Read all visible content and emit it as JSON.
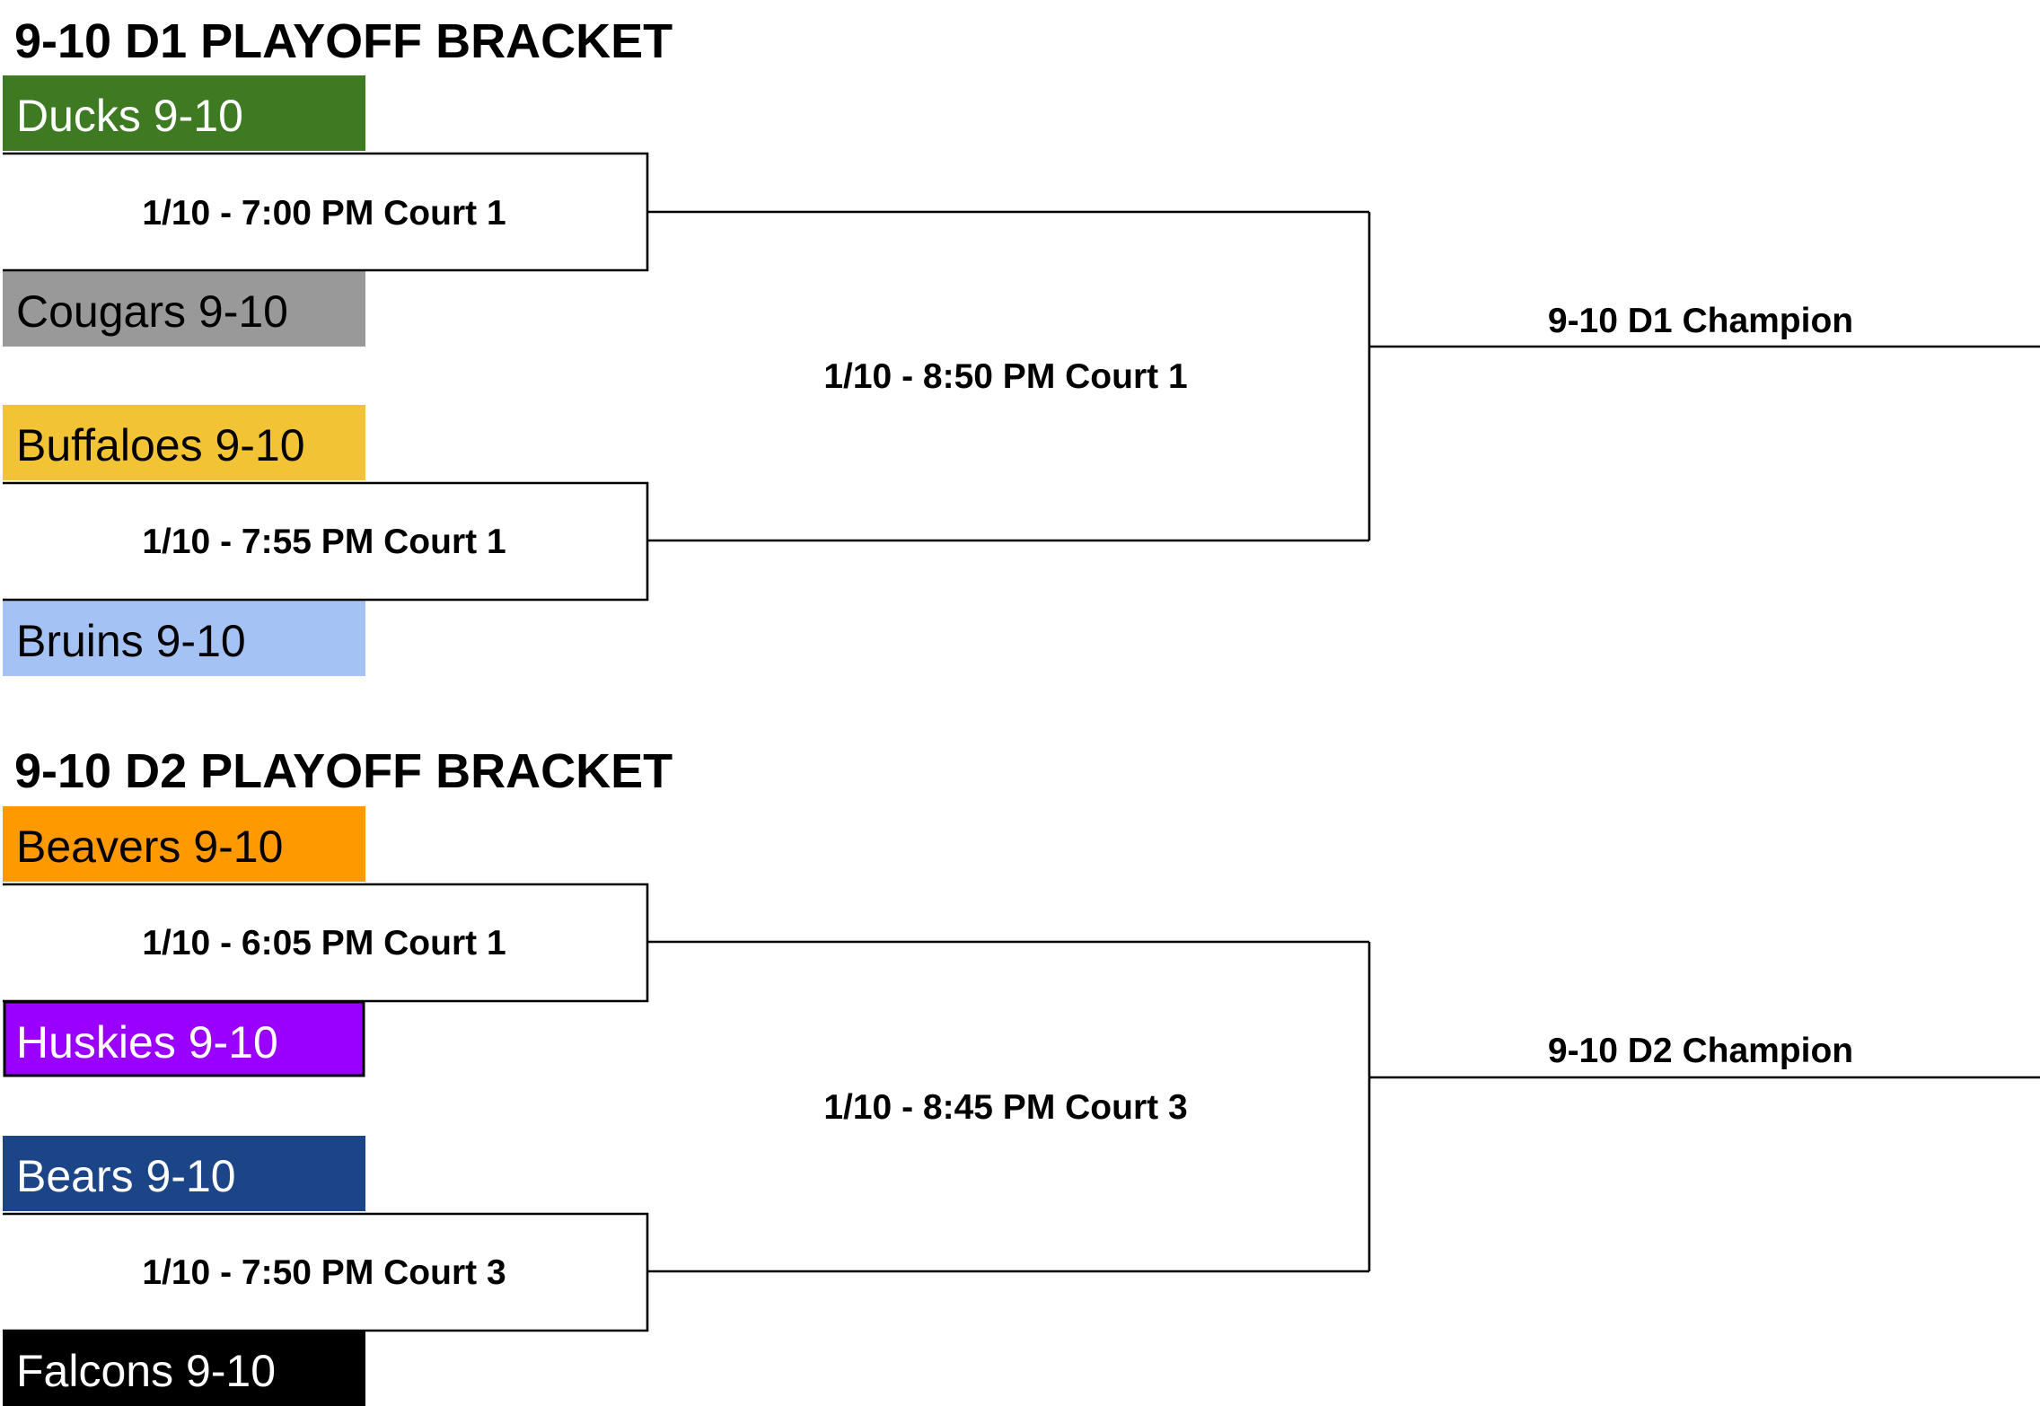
{
  "brackets": [
    {
      "title": "9-10 D1 PLAYOFF BRACKET",
      "teams": [
        {
          "name": "Ducks 9-10",
          "color": "#3d7a22",
          "text_color": "#ffffff"
        },
        {
          "name": "Cougars 9-10",
          "color": "#999999",
          "text_color": "#000000"
        },
        {
          "name": "Buffaloes 9-10",
          "color": "#f2c335",
          "text_color": "#000000"
        },
        {
          "name": "Bruins 9-10",
          "color": "#a4c2f4",
          "text_color": "#000000"
        }
      ],
      "games": [
        "1/10 - 7:00 PM Court 1",
        "1/10 - 7:55 PM Court 1"
      ],
      "final_game": "1/10 - 8:50 PM Court 1",
      "champion": "9-10 D1 Champion"
    },
    {
      "title": "9-10 D2 PLAYOFF BRACKET",
      "teams": [
        {
          "name": "Beavers 9-10",
          "color": "#ff9900",
          "text_color": "#000000"
        },
        {
          "name": "Huskies 9-10",
          "color": "#9900ff",
          "text_color": "#ffffff",
          "border": "#000000"
        },
        {
          "name": "Bears 9-10",
          "color": "#1c4587",
          "text_color": "#ffffff"
        },
        {
          "name": "Falcons 9-10",
          "color": "#000000",
          "text_color": "#ffffff"
        }
      ],
      "games": [
        "1/10 - 6:05 PM Court 1",
        "1/10 - 7:50 PM Court 3"
      ],
      "final_game": "1/10 - 8:45 PM Court 3",
      "champion": "9-10 D2 Champion"
    }
  ]
}
